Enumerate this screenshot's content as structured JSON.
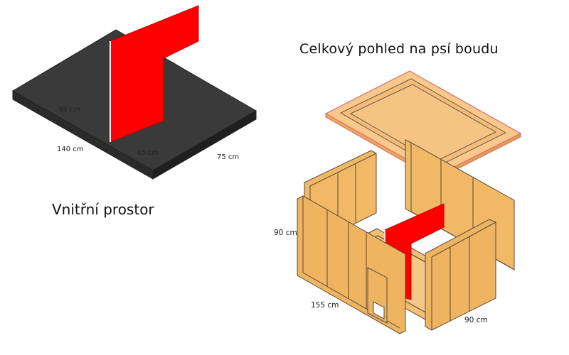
{
  "titles": {
    "overall": "Celkový pohled na psí boudu",
    "inner": "Vnitřní prostor"
  },
  "inner_view": {
    "dimensions": {
      "width": "95 cm",
      "depth": "140 cm",
      "wall_offset": "45 cm",
      "side": "75 cm"
    }
  },
  "overall_view": {
    "dimensions": {
      "height": "90 cm",
      "length": "155 cm",
      "width": "90 cm"
    }
  },
  "colors": {
    "floor": "#3a3a3a",
    "partition": "#ff0000",
    "wood": "#f3bf73",
    "roof": "#f8c98a",
    "outline": "#5a4a3a"
  }
}
